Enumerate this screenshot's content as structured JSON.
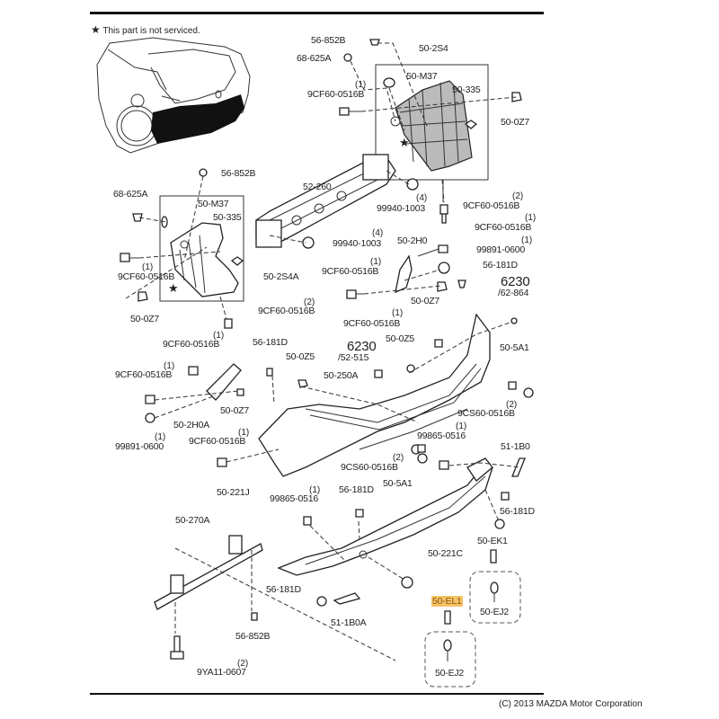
{
  "header": {
    "note_symbol": "★",
    "note_text": "This part is not serviced."
  },
  "footer": {
    "copyright": "(C) 2013 MAZDA Motor Corporation"
  },
  "highlight_color": "#f6c366",
  "labels": {
    "p_56_852B_top": "56-852B",
    "p_50_2S4": "50-2S4",
    "p_68_625A_top": "68-625A",
    "p_50_M37_top": "50-M37",
    "p_9CF60_top_qty": "(1)",
    "p_9CF60_top": "9CF60-0516B",
    "p_50_335_top": "50-335",
    "p_50_0Z7_top": "50-0Z7",
    "p_56_852B_left": "56-852B",
    "p_52_260": "52-260",
    "p_68_625A_left": "68-625A",
    "p_50_M37_left": "50-M37",
    "p_50_335_left": "50-335",
    "p_99940_a_qty": "(4)",
    "p_99940_a": "99940-1003",
    "p_9CF60_r2_qty": "(2)",
    "p_9CF60_r2": "9CF60-0516B",
    "p_99940_b_qty": "(4)",
    "p_99940_b": "99940-1003",
    "p_9CF60_r1_qty": "(1)",
    "p_9CF60_r1": "9CF60-0516B",
    "p_50_2H0": "50-2H0",
    "p_99891_r_qty": "(1)",
    "p_99891_r": "99891-0600",
    "p_9CF60_l1_qty": "(1)",
    "p_9CF60_l1": "9CF60-0516B",
    "p_50_2S4A": "50-2S4A",
    "p_9CF60_m1_qty": "(1)",
    "p_9CF60_m1": "9CF60-0516B",
    "p_56_181D_r": "56-181D",
    "p_6230_a": "6230",
    "p_6230_a_sub": "/62-864",
    "p_50_0Z7_left": "50-0Z7",
    "p_9CF60_l2_qty": "(2)",
    "p_9CF60_l2": "9CF60-0516B",
    "p_50_0Z7_mid": "50-0Z7",
    "p_9CF60_c1_qty": "(1)",
    "p_9CF60_c1": "9CF60-0516B",
    "p_50_0Z5_r": "50-0Z5",
    "p_9CF60_ll1_qty": "(1)",
    "p_9CF60_ll1": "9CF60-0516B",
    "p_56_181D_m": "56-181D",
    "p_6230_b": "6230",
    "p_6230_b_sub": "/52-515",
    "p_50_5A1_r": "50-5A1",
    "p_9CF60_ll2_qty": "(1)",
    "p_9CF60_ll2": "9CF60-0516B",
    "p_50_0Z5_m": "50-0Z5",
    "p_50_250A": "50-250A",
    "p_50_0Z7_low": "50-0Z7",
    "p_9CS60_r_qty": "(2)",
    "p_9CS60_r": "9CS60-0516B",
    "p_50_2H0A": "50-2H0A",
    "p_99891_l_qty": "(1)",
    "p_99891_l": "99891-0600",
    "p_9CF60_b1_qty": "(1)",
    "p_9CF60_b1": "9CF60-0516B",
    "p_99865_a_qty": "(1)",
    "p_99865_a": "99865-0516",
    "p_51_1B0": "51-1B0",
    "p_9CS60_m_qty": "(2)",
    "p_9CS60_m": "9CS60-0516B",
    "p_50_5A1_m": "50-5A1",
    "p_50_221J": "50-221J",
    "p_56_181D_lo": "56-181D",
    "p_99865_b_qty": "(1)",
    "p_99865_b": "99865-0516",
    "p_56_181D_rr": "56-181D",
    "p_50_270A": "50-270A",
    "p_50_EK1": "50-EK1",
    "p_50_221C": "50-221C",
    "p_56_181D_b": "56-181D",
    "p_50_EL1": "50-EL1",
    "p_50_EJ2_r": "50-EJ2",
    "p_56_852B_b": "56-852B",
    "p_51_1B0A": "51-1B0A",
    "p_9YA11_qty": "(2)",
    "p_9YA11": "9YA11-0607",
    "p_50_EJ2_b": "50-EJ2"
  }
}
